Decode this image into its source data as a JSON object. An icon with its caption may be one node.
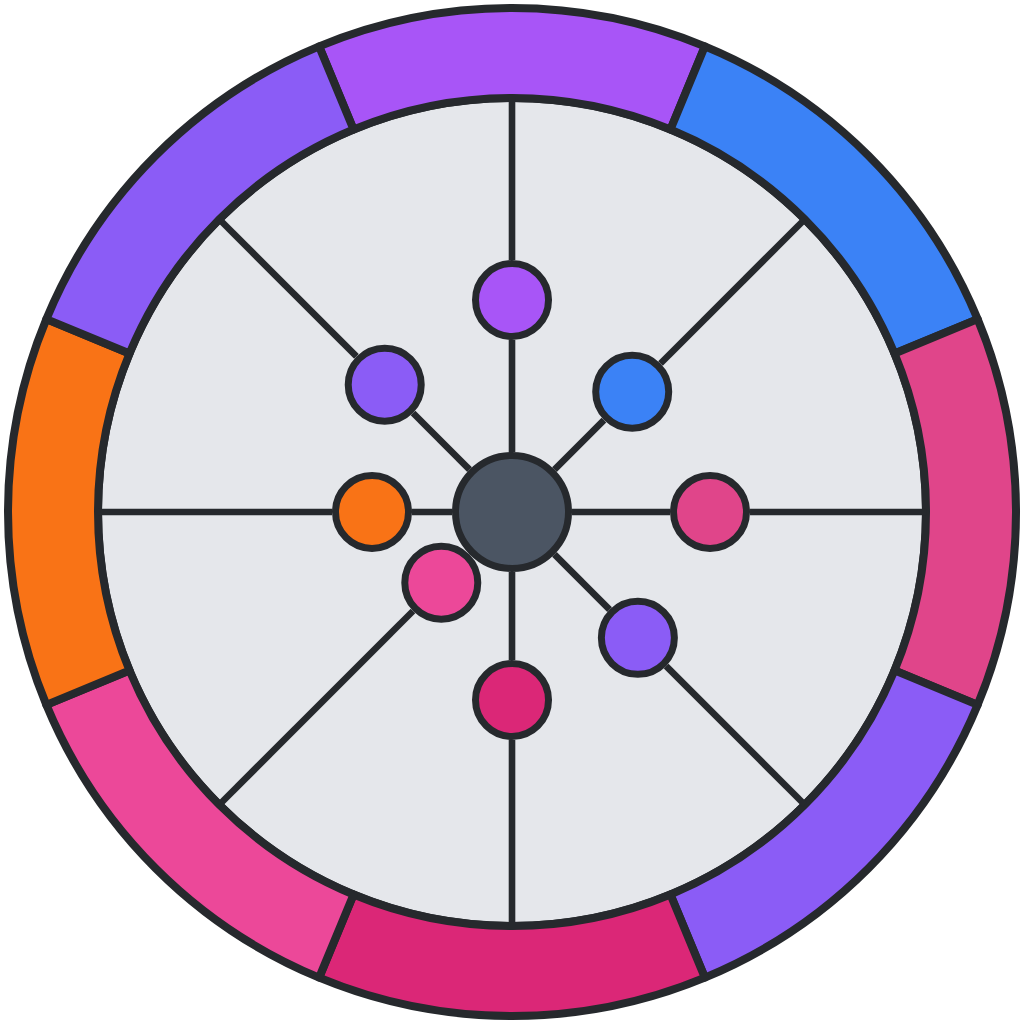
{
  "diagram": {
    "nodes": [
      {
        "text": [],
        "shape": "circle"
      },
      {
        "text": [],
        "shape": "circle"
      },
      {
        "text": [],
        "shape": "circle"
      },
      {
        "text": [],
        "shape": "circle"
      },
      {
        "text": [],
        "shape": "circle"
      },
      {
        "text": [],
        "shape": "circle"
      },
      {
        "text": [],
        "shape": "circle"
      },
      {
        "text": [],
        "shape": "circle"
      },
      {
        "text": [],
        "shape": "circle"
      },
      {
        "text": [],
        "shape": "band"
      },
      {
        "text": [],
        "shape": "band"
      },
      {
        "text": [],
        "shape": "band"
      },
      {
        "text": [],
        "shape": "band"
      },
      {
        "text": [],
        "shape": "band"
      },
      {
        "text": [],
        "shape": "band"
      },
      {
        "text": [],
        "shape": "band"
      },
      {
        "text": [],
        "shape": "band"
      }
    ],
    "edges": [
      {
        "from": 0,
        "to": 1,
        "arrow": "none"
      },
      {
        "from": 1,
        "to": 9,
        "arrow": "none"
      },
      {
        "from": 0,
        "to": 2,
        "arrow": "none"
      },
      {
        "from": 2,
        "to": 10,
        "arrow": "none"
      },
      {
        "from": 0,
        "to": 3,
        "arrow": "none"
      },
      {
        "from": 3,
        "to": 11,
        "arrow": "none"
      },
      {
        "from": 0,
        "to": 4,
        "arrow": "none"
      },
      {
        "from": 4,
        "to": 12,
        "arrow": "none"
      },
      {
        "from": 0,
        "to": 5,
        "arrow": "none"
      },
      {
        "from": 5,
        "to": 13,
        "arrow": "none"
      },
      {
        "from": 6,
        "to": 14,
        "arrow": "none"
      },
      {
        "from": 0,
        "to": 7,
        "arrow": "none"
      },
      {
        "from": 7,
        "to": 15,
        "arrow": "none"
      },
      {
        "from": 0,
        "to": 8,
        "arrow": "none"
      },
      {
        "from": 8,
        "to": 16,
        "arrow": "none"
      }
    ]
  }
}
